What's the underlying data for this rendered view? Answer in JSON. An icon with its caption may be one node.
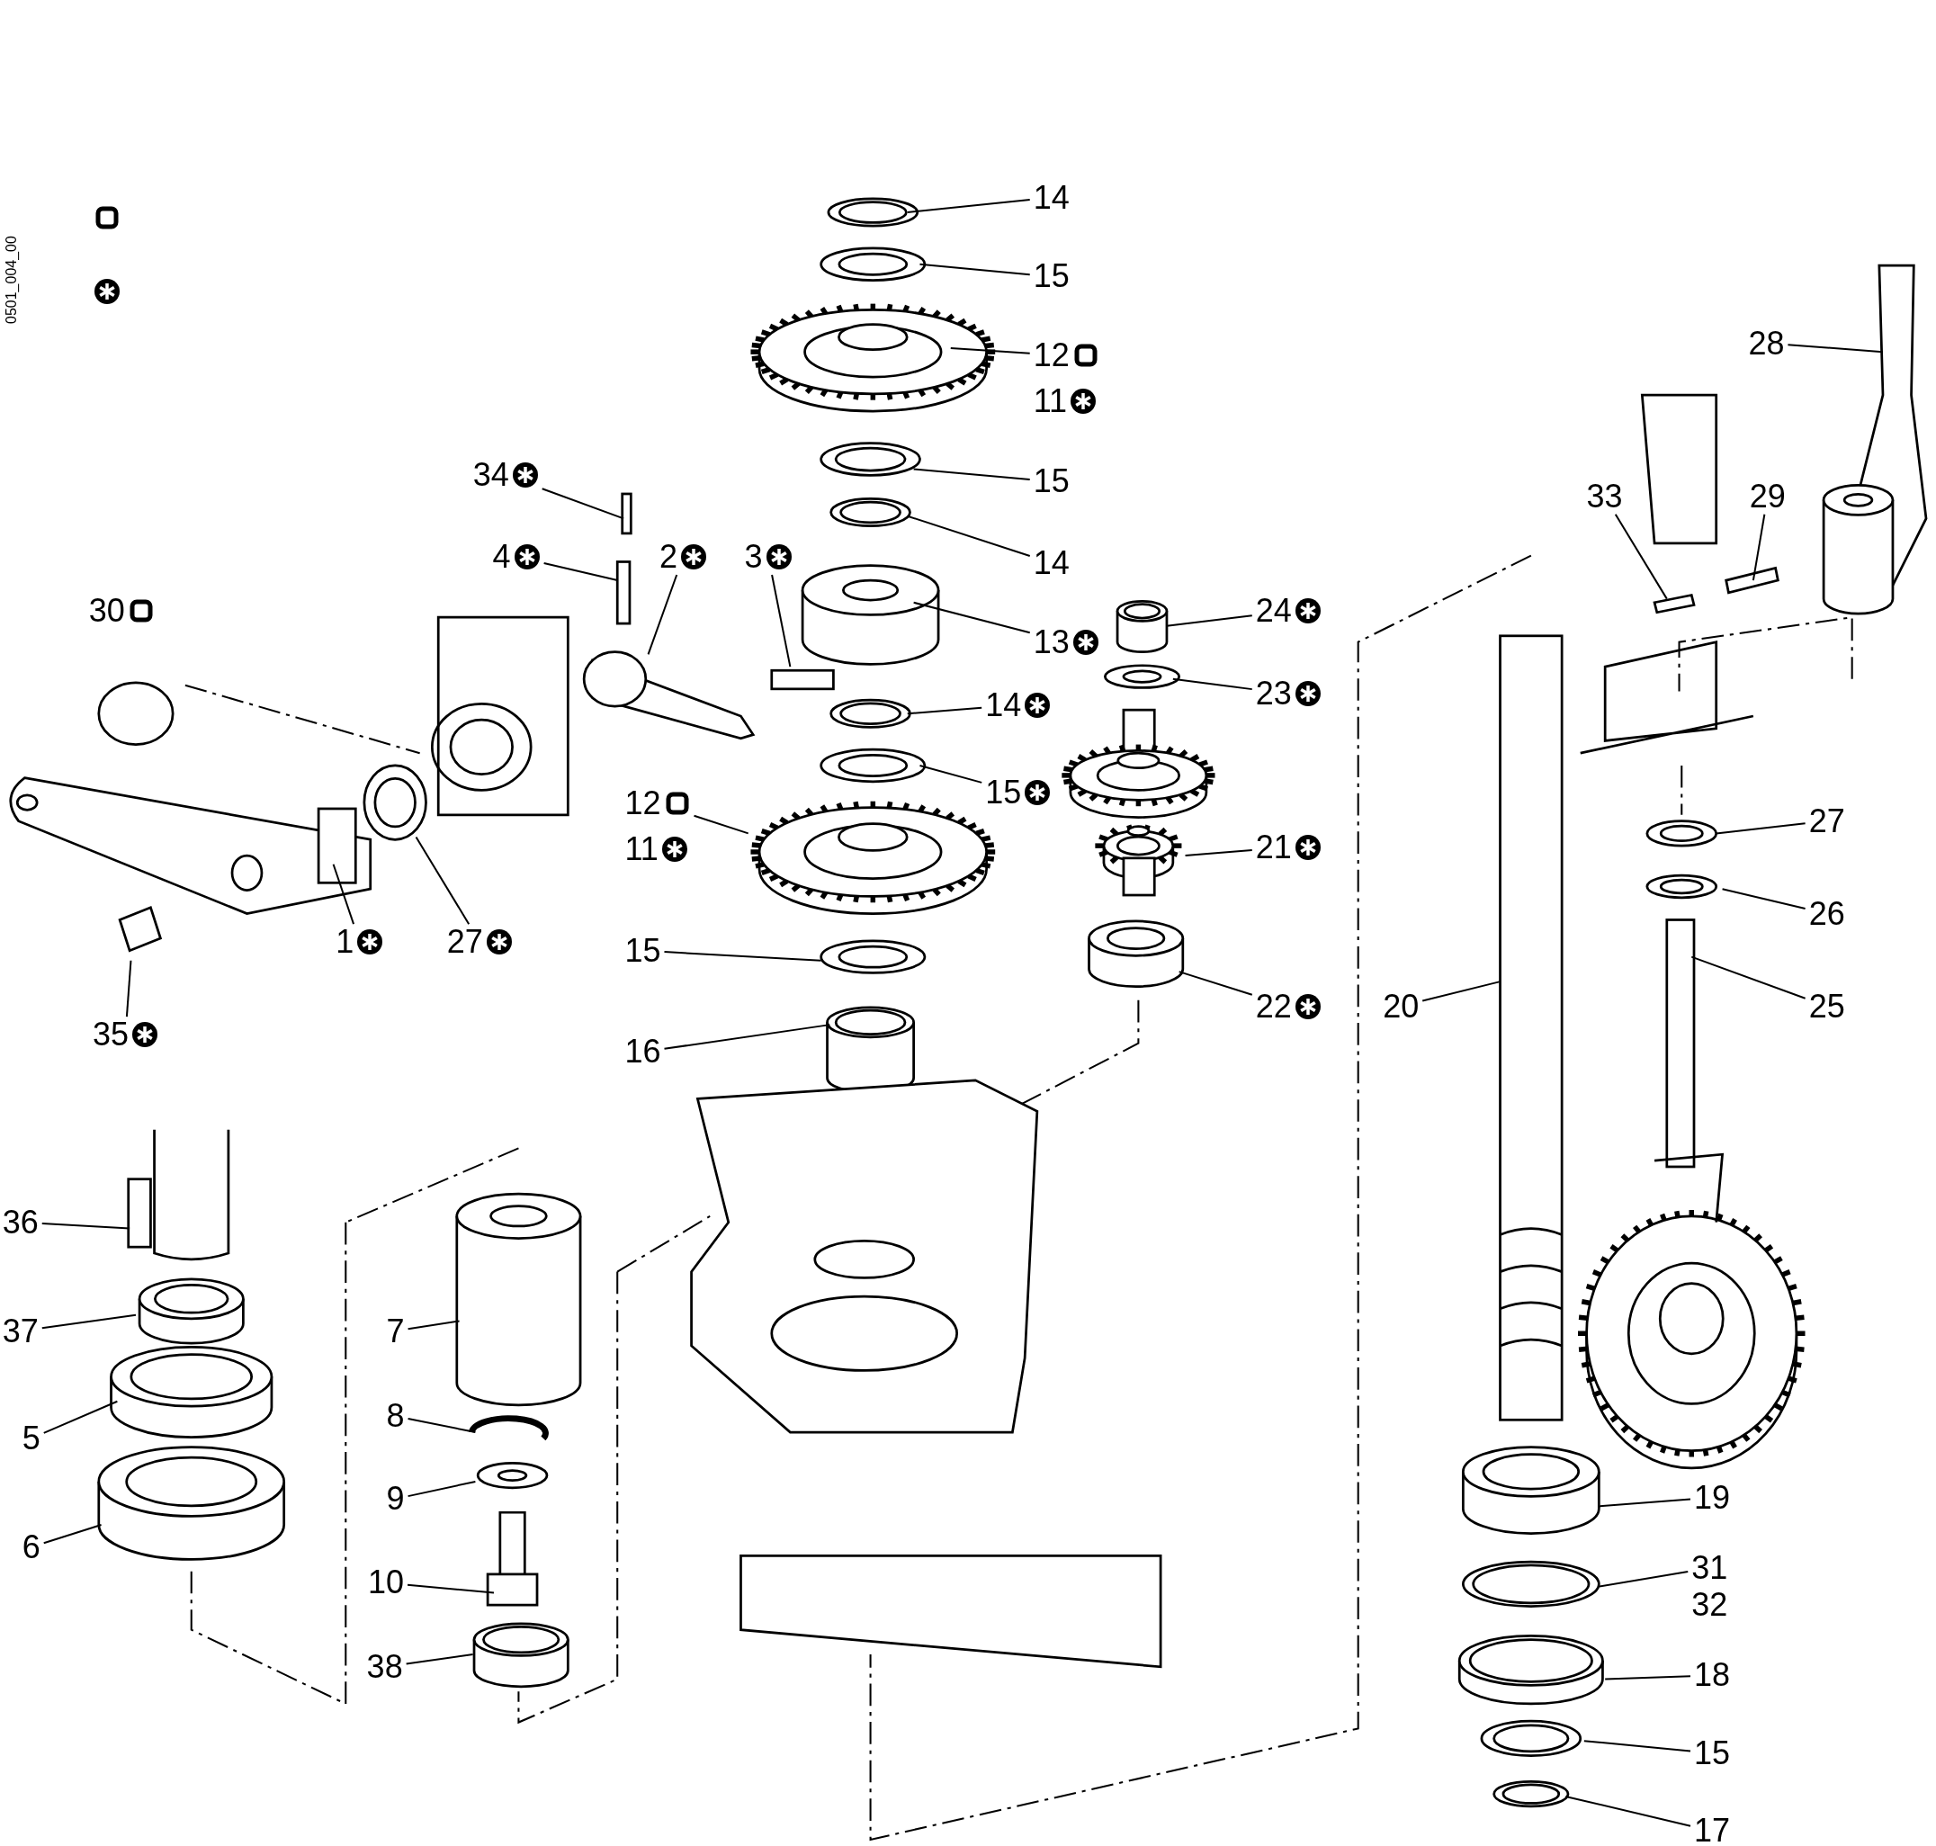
{
  "diagram": {
    "nodes": [
      {
        "text": [
          "14"
        ]
      },
      {
        "text": [
          "15"
        ]
      },
      {
        "text": [
          "12"
        ]
      },
      {
        "text": [
          "11"
        ]
      },
      {
        "text": [
          "28"
        ]
      },
      {
        "text": [
          "15"
        ]
      },
      {
        "text": [
          "34"
        ]
      },
      {
        "text": [
          "29"
        ]
      },
      {
        "text": [
          "33"
        ]
      },
      {
        "text": [
          "14"
        ]
      },
      {
        "text": [
          "4"
        ]
      },
      {
        "text": [
          "2"
        ]
      },
      {
        "text": [
          "3"
        ]
      },
      {
        "text": [
          "30"
        ]
      },
      {
        "text": [
          "24"
        ]
      },
      {
        "text": [
          "13"
        ]
      },
      {
        "text": [
          "23"
        ]
      },
      {
        "text": [
          "14"
        ]
      },
      {
        "text": [
          "15"
        ]
      },
      {
        "text": [
          "12"
        ]
      },
      {
        "text": [
          "27"
        ]
      },
      {
        "text": [
          "21"
        ]
      },
      {
        "text": [
          "11"
        ]
      },
      {
        "text": [
          "26"
        ]
      },
      {
        "text": [
          "1"
        ]
      },
      {
        "text": [
          "27"
        ]
      },
      {
        "text": [
          "15"
        ]
      },
      {
        "text": [
          "22"
        ]
      },
      {
        "text": [
          "20"
        ]
      },
      {
        "text": [
          "25"
        ]
      },
      {
        "text": [
          "35"
        ]
      },
      {
        "text": [
          "16"
        ]
      },
      {
        "text": [
          "36"
        ]
      },
      {
        "text": [
          "37"
        ]
      },
      {
        "text": [
          "7"
        ]
      },
      {
        "text": [
          "8"
        ]
      },
      {
        "text": [
          "5"
        ]
      },
      {
        "text": [
          "19"
        ]
      },
      {
        "text": [
          "9"
        ]
      },
      {
        "text": [
          "6"
        ]
      },
      {
        "text": [
          "31"
        ]
      },
      {
        "text": [
          "10"
        ]
      },
      {
        "text": [
          "32"
        ]
      },
      {
        "text": [
          "38"
        ]
      },
      {
        "text": [
          "18"
        ]
      },
      {
        "text": [
          "15"
        ]
      },
      {
        "text": [
          "17"
        ]
      }
    ],
    "edges": [
      {
        "from": 0,
        "to": null,
        "arrow": "none"
      },
      {
        "from": 1,
        "to": null,
        "arrow": "none"
      },
      {
        "from": 2,
        "to": null,
        "arrow": "none"
      },
      {
        "from": 4,
        "to": null,
        "arrow": "none"
      },
      {
        "from": 5,
        "to": null,
        "arrow": "none"
      },
      {
        "from": 6,
        "to": null,
        "arrow": "none"
      },
      {
        "from": 7,
        "to": null,
        "arrow": "none"
      },
      {
        "from": 8,
        "to": null,
        "arrow": "none"
      },
      {
        "from": 9,
        "to": null,
        "arrow": "none"
      },
      {
        "from": 10,
        "to": null,
        "arrow": "none"
      },
      {
        "from": 11,
        "to": null,
        "arrow": "none"
      },
      {
        "from": 12,
        "to": null,
        "arrow": "none"
      },
      {
        "from": 14,
        "to": null,
        "arrow": "none"
      },
      {
        "from": 15,
        "to": null,
        "arrow": "none"
      },
      {
        "from": 16,
        "to": null,
        "arrow": "none"
      },
      {
        "from": 17,
        "to": null,
        "arrow": "none"
      },
      {
        "from": 18,
        "to": null,
        "arrow": "none"
      },
      {
        "from": 19,
        "to": null,
        "arrow": "none"
      },
      {
        "from": 20,
        "to": null,
        "arrow": "none"
      },
      {
        "from": 21,
        "to": null,
        "arrow": "none"
      },
      {
        "from": 23,
        "to": null,
        "arrow": "none"
      },
      {
        "from": 24,
        "to": null,
        "arrow": "none"
      },
      {
        "from": 25,
        "to": null,
        "arrow": "none"
      },
      {
        "from": 26,
        "to": null,
        "arrow": "none"
      },
      {
        "from": 27,
        "to": null,
        "arrow": "none"
      },
      {
        "from": 28,
        "to": null,
        "arrow": "none"
      },
      {
        "from": 29,
        "to": null,
        "arrow": "none"
      },
      {
        "from": 30,
        "to": null,
        "arrow": "none"
      },
      {
        "from": 31,
        "to": null,
        "arrow": "none"
      },
      {
        "from": 32,
        "to": null,
        "arrow": "none"
      },
      {
        "from": 33,
        "to": null,
        "arrow": "none"
      },
      {
        "from": 34,
        "to": null,
        "arrow": "none"
      },
      {
        "from": 35,
        "to": null,
        "arrow": "none"
      },
      {
        "from": 36,
        "to": null,
        "arrow": "none"
      },
      {
        "from": 37,
        "to": null,
        "arrow": "none"
      },
      {
        "from": 38,
        "to": null,
        "arrow": "none"
      },
      {
        "from": 39,
        "to": null,
        "arrow": "none"
      },
      {
        "from": 40,
        "to": null,
        "arrow": "none"
      },
      {
        "from": 41,
        "to": null,
        "arrow": "none"
      },
      {
        "from": 43,
        "to": null,
        "arrow": "none"
      },
      {
        "from": 44,
        "to": null,
        "arrow": "none"
      },
      {
        "from": 45,
        "to": null,
        "arrow": "none"
      },
      {
        "from": 46,
        "to": null,
        "arrow": "none"
      }
    ],
    "labels": [
      "0501_004_00"
    ]
  }
}
